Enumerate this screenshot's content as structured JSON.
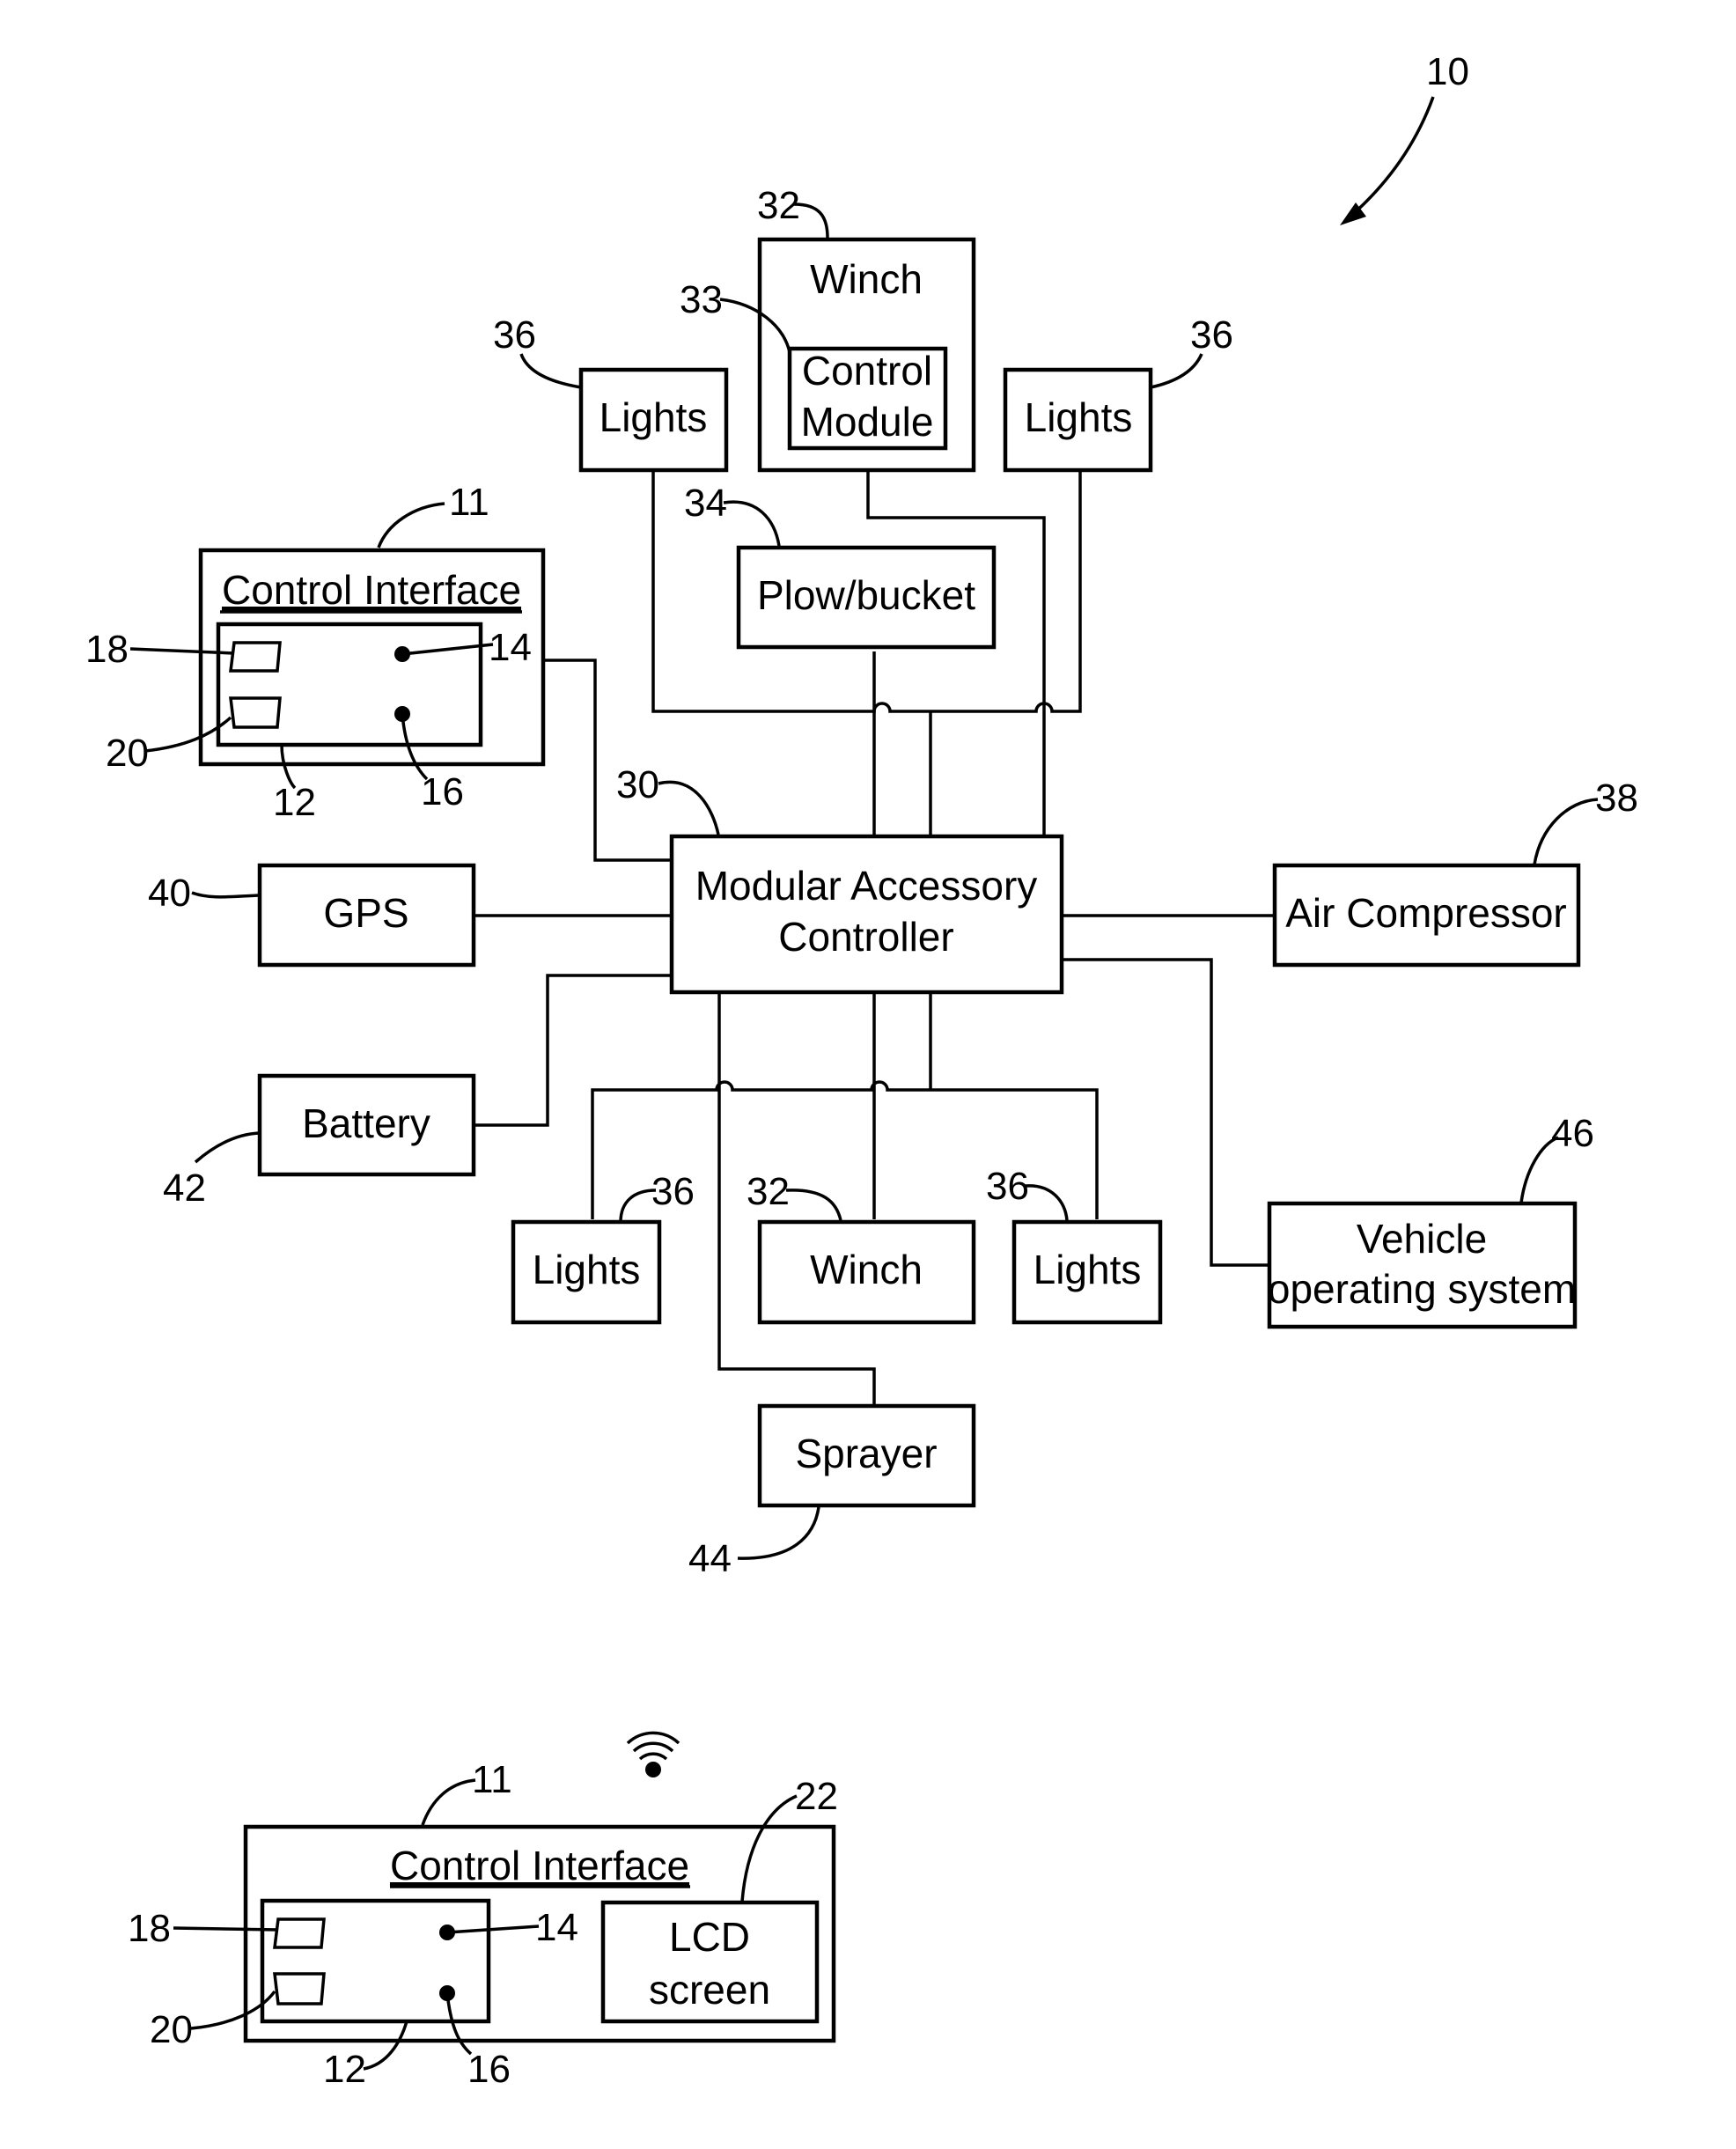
{
  "figure_ref": "10",
  "blocks": {
    "winch_top": {
      "label": "Winch",
      "ref": "32"
    },
    "control_module": {
      "label_line1": "Control",
      "label_line2": "Module",
      "ref": "33"
    },
    "lights_top_left": {
      "label": "Lights",
      "ref": "36"
    },
    "lights_top_right": {
      "label": "Lights",
      "ref": "36"
    },
    "plow": {
      "label": "Plow/bucket",
      "ref": "34"
    },
    "control_interface_top": {
      "label": "Control Interface",
      "ref": "11",
      "panel_ref": "12",
      "button1_ref": "18",
      "button2_ref": "20",
      "indicator1_ref": "14",
      "indicator2_ref": "16"
    },
    "controller": {
      "label_line1": "Modular Accessory",
      "label_line2": "Controller",
      "ref": "30"
    },
    "gps": {
      "label": "GPS",
      "ref": "40"
    },
    "battery": {
      "label": "Battery",
      "ref": "42"
    },
    "air_compressor": {
      "label": "Air Compressor",
      "ref": "38"
    },
    "lights_bottom_left": {
      "label": "Lights",
      "ref": "36"
    },
    "winch_bottom": {
      "label": "Winch",
      "ref": "32"
    },
    "lights_bottom_right": {
      "label": "Lights",
      "ref": "36"
    },
    "vehicle_os": {
      "label_line1": "Vehicle",
      "label_line2": "operating system",
      "ref": "46"
    },
    "sprayer": {
      "label": "Sprayer",
      "ref": "44"
    },
    "control_interface_bottom": {
      "label": "Control Interface",
      "ref": "11",
      "panel_ref": "12",
      "button1_ref": "18",
      "button2_ref": "20",
      "indicator1_ref": "14",
      "indicator2_ref": "16"
    },
    "lcd": {
      "label_line1": "LCD",
      "label_line2": "screen",
      "ref": "22"
    }
  },
  "icons": {
    "wireless": "wifi-icon",
    "figure_arrow": "arrow-icon"
  }
}
